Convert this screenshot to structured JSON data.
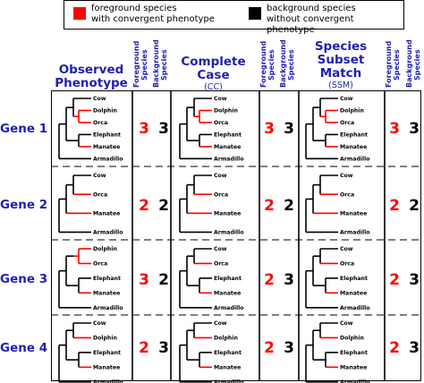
{
  "legend": {
    "foreground": {
      "label_line1": "foreground species",
      "label_line2": "with convergent phenotype",
      "color": "#ff0000"
    },
    "background": {
      "label_line1": "background species",
      "label_line2": "without convergent phenotype",
      "color": "#000000"
    }
  },
  "headers": {
    "observed": {
      "line1": "Observed",
      "line2": "Phenotype"
    },
    "complete": {
      "line1": "Complete",
      "line2": "Case",
      "abbr": "(CC)"
    },
    "ssm": {
      "line1": "Species",
      "line2": "Subset",
      "line3": "Match",
      "abbr": "(SSM)"
    },
    "fg_col": {
      "line1": "Foreground",
      "line2": "Species"
    },
    "bg_col": {
      "line1": "Background",
      "line2": "Species"
    }
  },
  "colors": {
    "foreground": "#ff0000",
    "background": "#000000",
    "header_text": "#1f1fb0"
  },
  "genes": [
    {
      "label": "Gene 1",
      "trees": [
        {
          "species": [
            "Cow",
            "Dolphin",
            "Orca",
            "Elephant",
            "Manatee",
            "Armadillo"
          ],
          "red": [
            "Dolphin",
            "Orca",
            "Manatee"
          ]
        },
        {
          "species": [
            "Cow",
            "Dolphin",
            "Orca",
            "Elephant",
            "Manatee",
            "Armadillo"
          ],
          "red": [
            "Dolphin",
            "Orca",
            "Manatee"
          ]
        },
        {
          "species": [
            "Cow",
            "Dolphin",
            "Orca",
            "Elephant",
            "Manatee",
            "Armadillo"
          ],
          "red": [
            "Dolphin",
            "Orca",
            "Manatee"
          ]
        }
      ],
      "counts": [
        {
          "fg": "3",
          "bg": "3"
        },
        {
          "fg": "3",
          "bg": "3"
        },
        {
          "fg": "3",
          "bg": "3"
        }
      ]
    },
    {
      "label": "Gene 2",
      "trees": [
        {
          "species": [
            "Cow",
            "Orca",
            "Manatee",
            "Armadillo"
          ],
          "red": [
            "Orca",
            "Manatee"
          ]
        },
        {
          "species": [
            "Cow",
            "Orca",
            "Manatee",
            "Armadillo"
          ],
          "red": [
            "Orca",
            "Manatee"
          ]
        },
        {
          "species": [
            "Cow",
            "Orca",
            "Manatee",
            "Armadillo"
          ],
          "red": [
            "Orca",
            "Manatee"
          ]
        }
      ],
      "counts": [
        {
          "fg": "2",
          "bg": "2"
        },
        {
          "fg": "2",
          "bg": "2"
        },
        {
          "fg": "2",
          "bg": "2"
        }
      ]
    },
    {
      "label": "Gene 3",
      "trees": [
        {
          "species": [
            "Dolphin",
            "Orca",
            "Elephant",
            "Manatee",
            "Armadillo"
          ],
          "red": [
            "Dolphin",
            "Orca",
            "Manatee"
          ]
        },
        {
          "species": [
            "Cow",
            "Orca",
            "Elephant",
            "Manatee",
            "Armadillo"
          ],
          "red": [
            "Orca",
            "Manatee"
          ]
        },
        {
          "species": [
            "Cow",
            "Orca",
            "Elephant",
            "Manatee",
            "Armadillo"
          ],
          "red": [
            "Orca",
            "Manatee"
          ]
        }
      ],
      "counts": [
        {
          "fg": "3",
          "bg": "2"
        },
        {
          "fg": "2",
          "bg": "3"
        },
        {
          "fg": "2",
          "bg": "3"
        }
      ]
    },
    {
      "label": "Gene 4",
      "trees": [
        {
          "species": [
            "Cow",
            "Dolphin",
            "Elephant",
            "Manatee",
            "Armadillo"
          ],
          "red": [
            "Dolphin",
            "Manatee"
          ]
        },
        {
          "species": [
            "Cow",
            "Dolphin",
            "Elephant",
            "Manatee",
            "Armadillo"
          ],
          "red": [
            "Dolphin",
            "Manatee"
          ]
        },
        {
          "species": [
            "Cow",
            "Dolphin",
            "Elephant",
            "Manatee",
            "Armadillo"
          ],
          "red": [
            "Dolphin",
            "Manatee"
          ]
        }
      ],
      "counts": [
        {
          "fg": "2",
          "bg": "3"
        },
        {
          "fg": "2",
          "bg": "3"
        },
        {
          "fg": "2",
          "bg": "3"
        }
      ]
    }
  ]
}
